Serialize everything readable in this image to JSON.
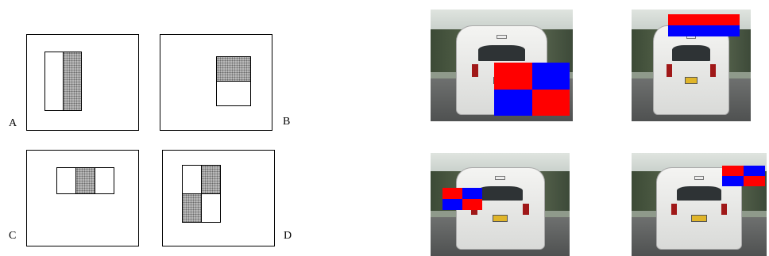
{
  "panels": [
    {
      "label": "A",
      "pattern": "two-rectangle-vertical-edge"
    },
    {
      "label": "B",
      "pattern": "two-rectangle-horizontal-edge"
    },
    {
      "label": "C",
      "pattern": "three-rectangle-line"
    },
    {
      "label": "D",
      "pattern": "four-rectangle-diagonal"
    }
  ],
  "colors": {
    "dark": "#b9b9b9",
    "red": "#ff0000",
    "blue": "#0000ff"
  },
  "photos": [
    {
      "feature": "checkerboard-2x2"
    },
    {
      "feature": "horizontal-red-over-blue"
    },
    {
      "feature": "checkerboard-2x2-small-left"
    },
    {
      "feature": "checkerboard-2x2-small-top-right"
    }
  ]
}
